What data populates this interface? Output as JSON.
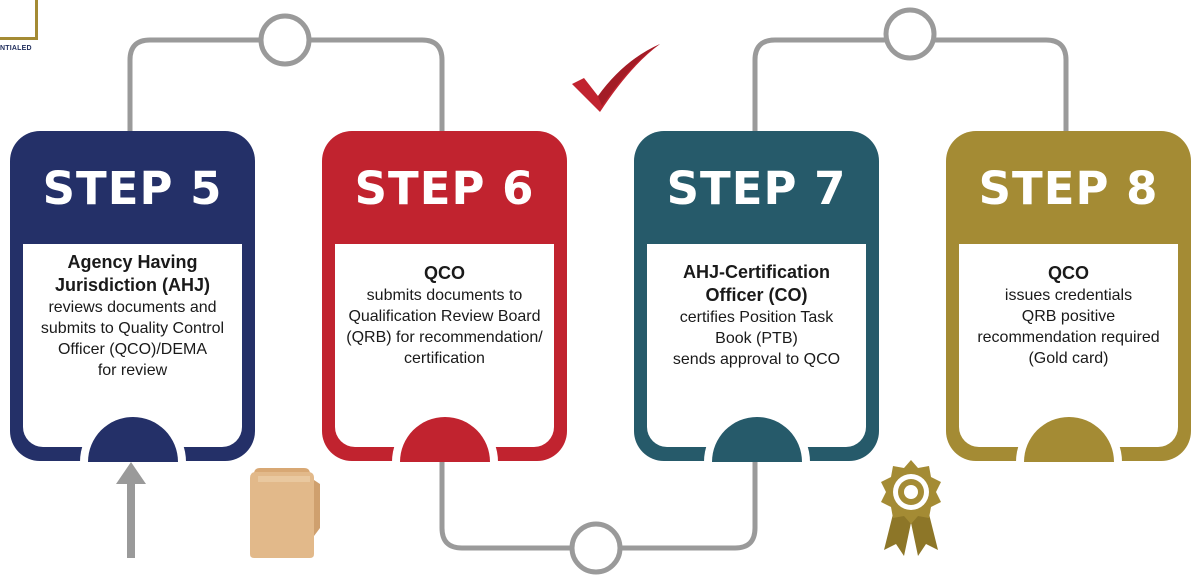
{
  "logo": {
    "text": "NTIALED"
  },
  "steps": [
    {
      "title": "STEP 5",
      "heading": "Agency Having Jurisdiction (AHJ)",
      "description": "reviews documents and\nsubmits to Quality Control\nOfficer (QCO)/DEMA\nfor review",
      "color": "#243068"
    },
    {
      "title": "STEP 6",
      "heading": "QCO",
      "description": "submits documents to\nQualification Review Board\n(QRB) for recommendation/\ncertification",
      "color": "#c1232f"
    },
    {
      "title": "STEP 7",
      "heading": "AHJ-Certification\nOfficer (CO)",
      "description": "certifies Position Task\nBook (PTB)\nsends approval to QCO",
      "color": "#265a6a"
    },
    {
      "title": "STEP 8",
      "heading": "QCO",
      "description": "issues credentials\nQRB positive\nrecommendation required\n(Gold card)",
      "color": "#a48b34"
    }
  ],
  "colors": {
    "connector": "#9a9a9a",
    "check": "#c1232f",
    "folder": "#e2b98a",
    "medal": "#a48b34",
    "arrow": "#9a9a9a"
  },
  "icons": {
    "check": "check-mark-icon",
    "folder": "folder-icon",
    "medal": "award-medal-icon",
    "arrow": "arrow-up-icon"
  }
}
